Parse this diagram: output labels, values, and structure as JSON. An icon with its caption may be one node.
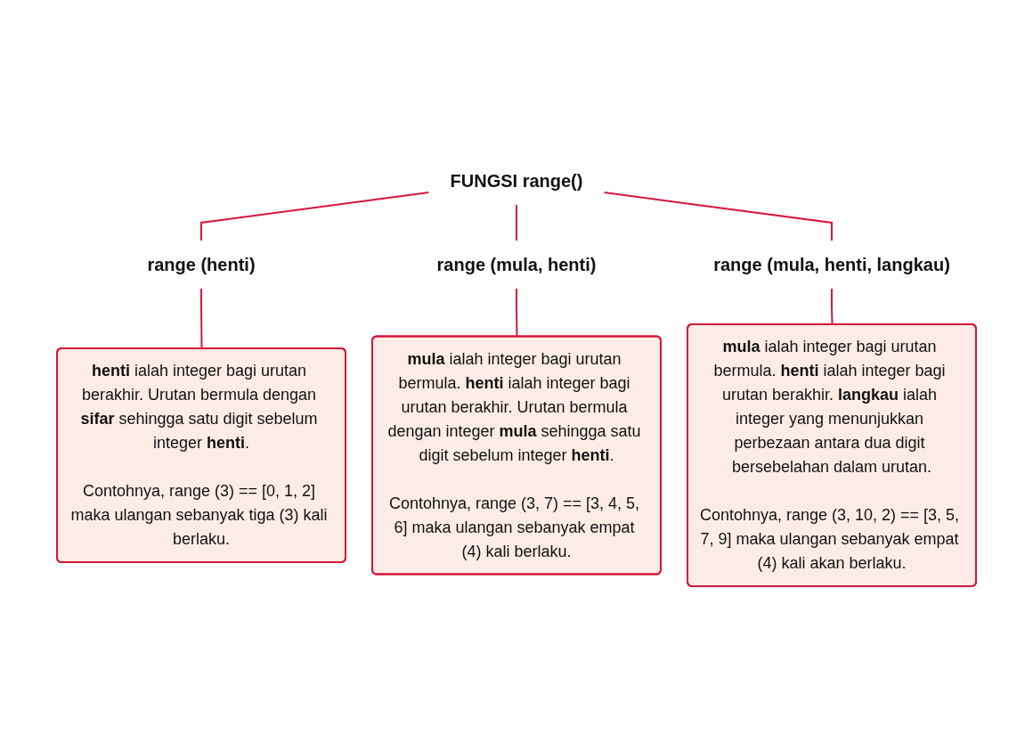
{
  "diagram": {
    "nodes": [
      {
        "text": [
          "FUNGSI range()"
        ]
      },
      {
        "text": [
          "range (henti)"
        ]
      },
      {
        "text": [
          "range (mula, henti)"
        ]
      },
      {
        "text": [
          "range (mula, henti, langkau)"
        ]
      },
      {
        "text": [
          "**henti** ialah integer bagi urutan berakhir. Urutan bermula dengan **sifar** sehingga satu digit sebelum integer **henti**.",
          "Contohnya, range (3) == [0, 1, 2] maka ulangan sebanyak tiga (3) kali berlaku."
        ]
      },
      {
        "text": [
          "**mula** ialah integer bagi urutan bermula. **henti** ialah integer bagi urutan berakhir. Urutan bermula dengan integer **mula** sehingga satu digit sebelum integer **henti**.",
          "Contohnya, range (3, 7) == [3, 4, 5, 6] maka ulangan sebanyak empat (4) kali berlaku."
        ]
      },
      {
        "text": [
          "**mula** ialah integer bagi urutan bermula. **henti** ialah integer bagi urutan berakhir. **langkau** ialah integer yang menunjukkan perbezaan antara dua digit bersebelahan dalam urutan.",
          "Contohnya, range (3, 10, 2) == [3, 5, 7, 9] maka ulangan sebanyak empat (4) kali akan berlaku."
        ]
      }
    ],
    "edges": [
      {
        "from": 0,
        "to": 1,
        "arrow": "none"
      },
      {
        "from": 0,
        "to": 2,
        "arrow": "none"
      },
      {
        "from": 0,
        "to": 3,
        "arrow": "none"
      },
      {
        "from": 1,
        "to": 4,
        "arrow": "none"
      },
      {
        "from": 2,
        "to": 5,
        "arrow": "none"
      },
      {
        "from": 3,
        "to": 6,
        "arrow": "none"
      }
    ]
  }
}
